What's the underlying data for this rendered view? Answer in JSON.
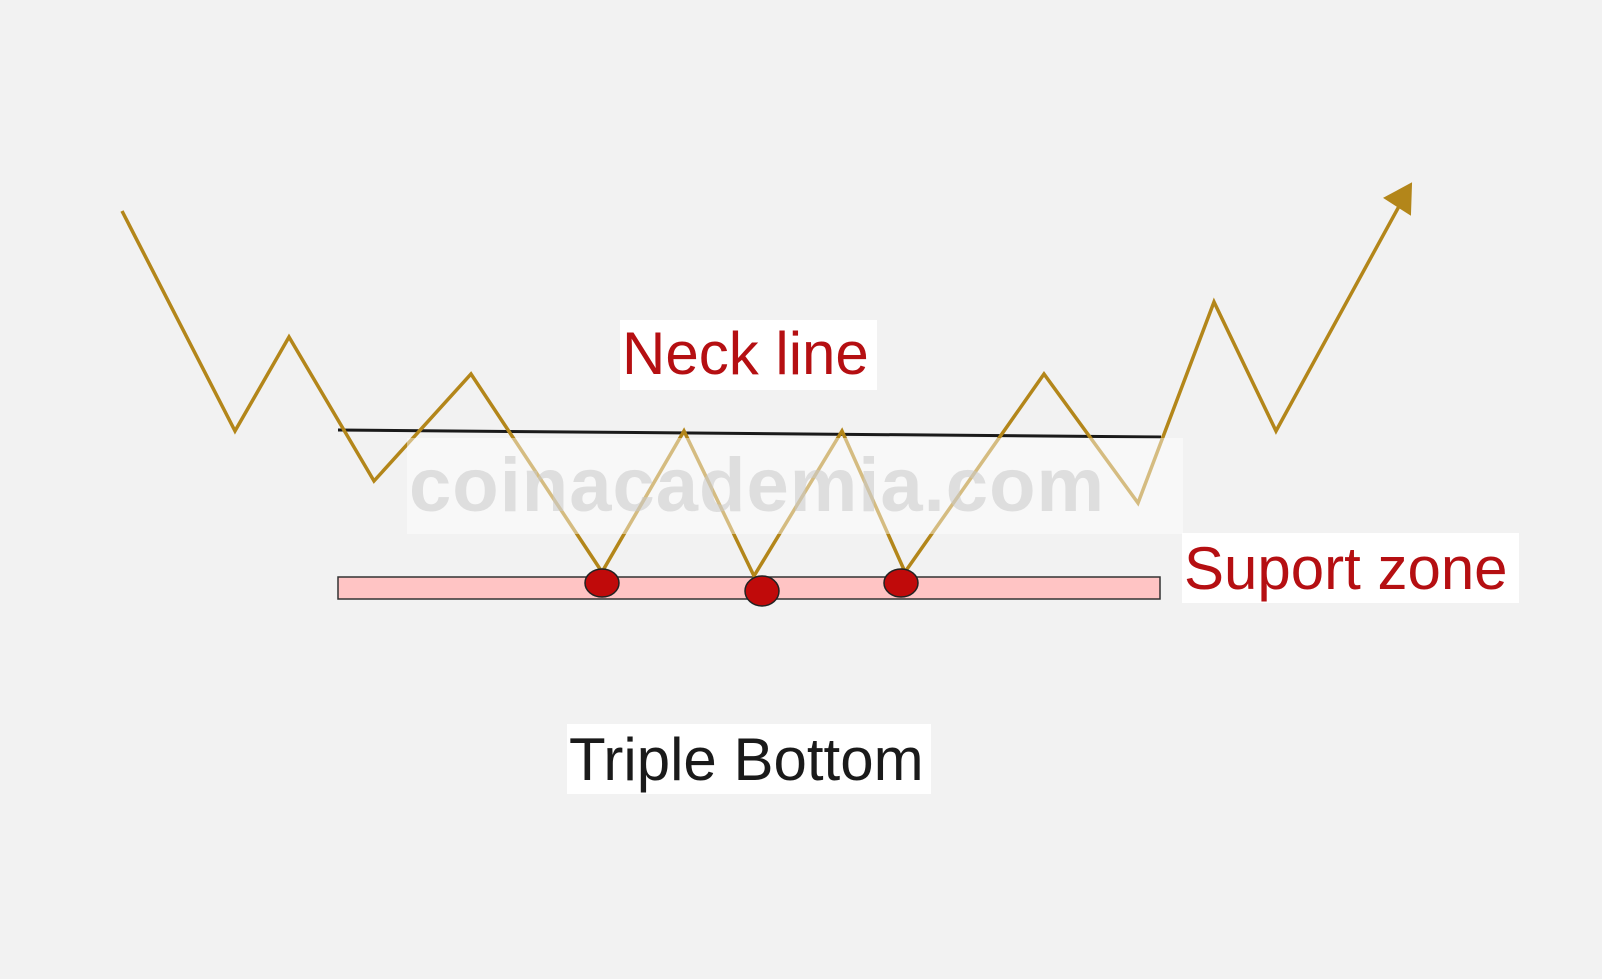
{
  "labels": {
    "neck_line": "Neck line",
    "support_zone": "Suport zone",
    "title": "Triple Bottom",
    "watermark": "coinacademia.com"
  },
  "colors": {
    "background": "#f2f2f2",
    "price_line": "#b3861a",
    "neck_line": "#1a1a1a",
    "support_fill": "#ffc4c4",
    "support_stroke": "#333333",
    "bottom_markers": "#c00a0a",
    "label_text_red": "#b50f12",
    "label_text_dark": "#1a1a1a"
  }
}
